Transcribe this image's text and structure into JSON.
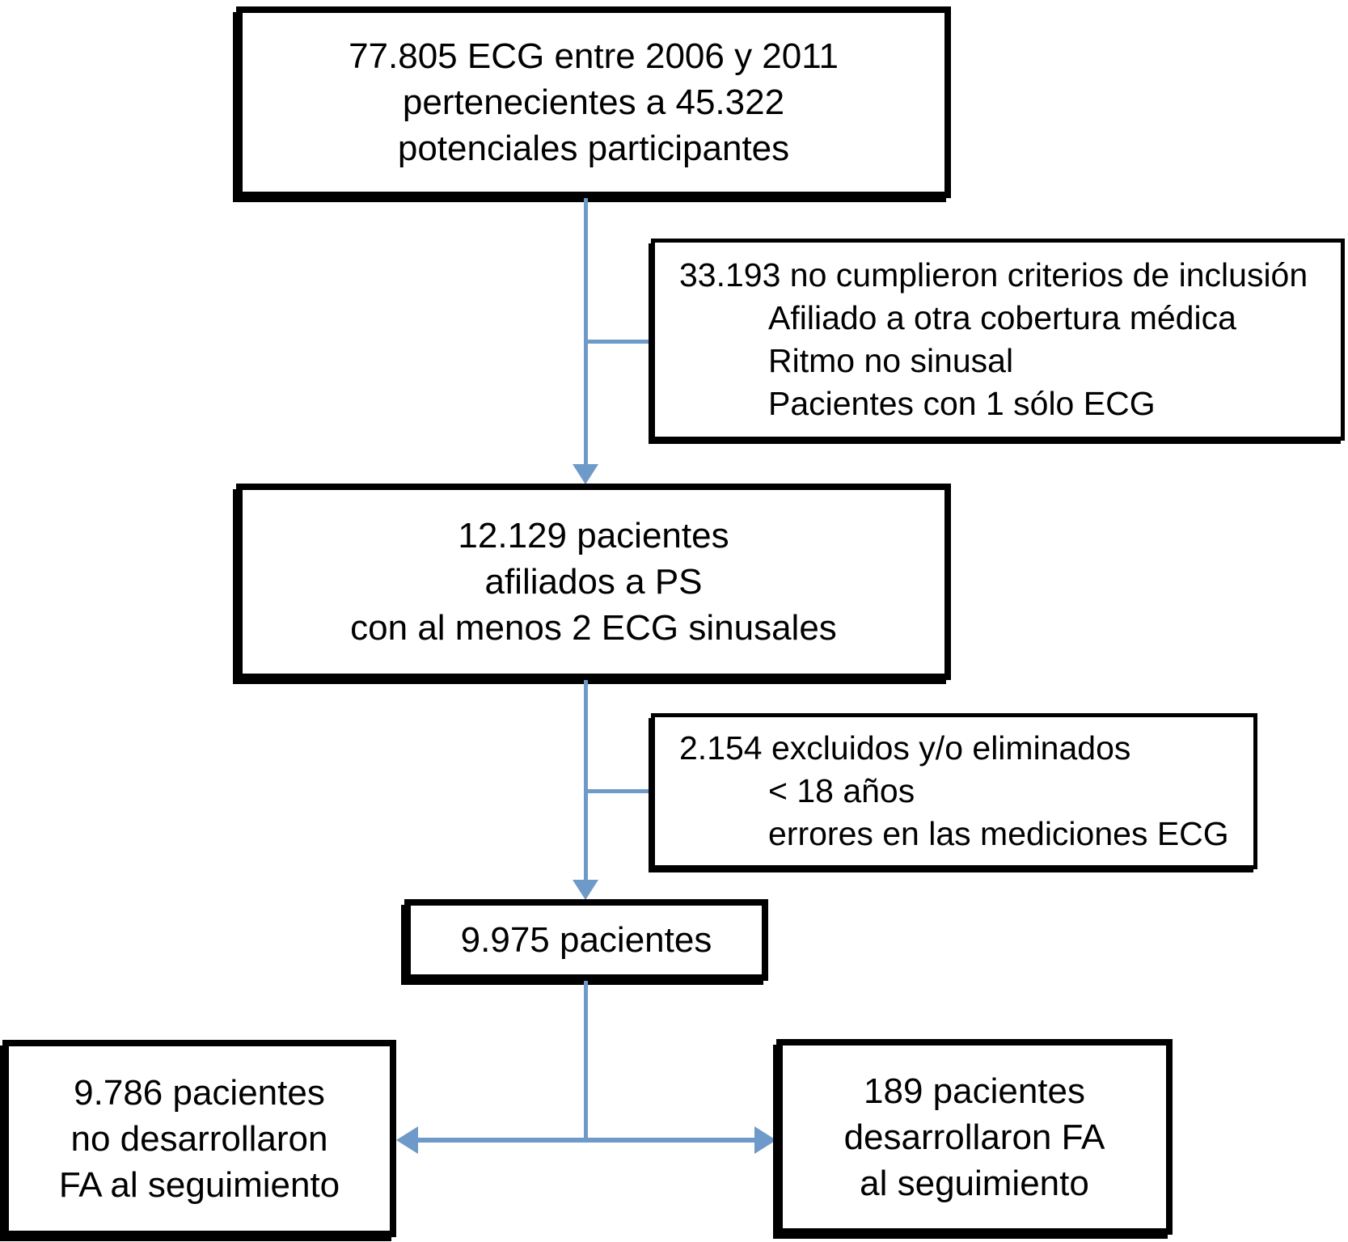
{
  "diagram": {
    "colors": {
      "arrow": "#6d9ac8",
      "border": "#000000",
      "background": "#ffffff",
      "text": "#000000"
    },
    "boxes": {
      "source": {
        "lines": [
          "77.805 ECG entre 2006 y 2011",
          "pertenecientes a 45.322",
          "potenciales participantes"
        ]
      },
      "exclusion_1": {
        "title": "33.193 no cumplieron criterios de inclusión",
        "items": [
          "Afiliado a otra cobertura médica",
          "Ritmo no sinusal",
          "Pacientes con 1 sólo ECG"
        ]
      },
      "cohort": {
        "lines": [
          "12.129 pacientes",
          "afiliados a PS",
          "con al menos 2 ECG sinusales"
        ]
      },
      "exclusion_2": {
        "title": "2.154 excluidos y/o eliminados",
        "items": [
          "< 18 años",
          "errores en las mediciones ECG"
        ]
      },
      "final_cohort": {
        "lines": [
          "9.975 pacientes"
        ]
      },
      "no_fa_outcome": {
        "lines": [
          "9.786 pacientes",
          "no desarrollaron",
          "FA al seguimiento"
        ]
      },
      "fa_outcome": {
        "lines": [
          "189 pacientes",
          "desarrollaron FA",
          "al seguimiento"
        ]
      }
    }
  }
}
